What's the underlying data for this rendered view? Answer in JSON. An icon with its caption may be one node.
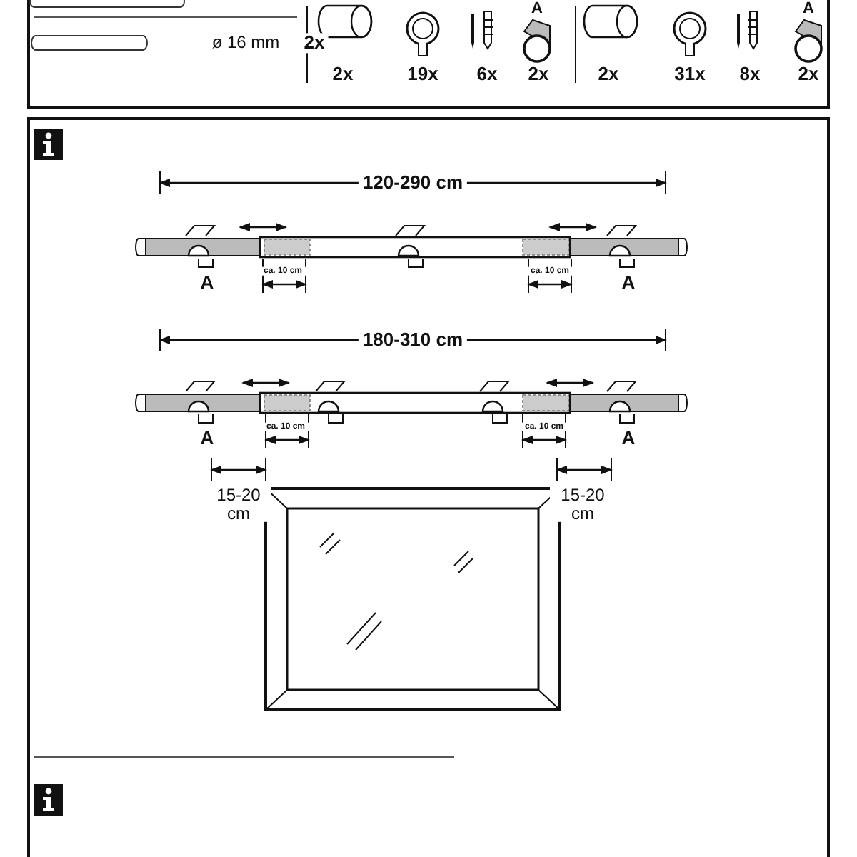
{
  "diagram": {
    "labels": [
      "ø 16 mm",
      "2x",
      "2x",
      "19x",
      "6x",
      "A",
      "2x",
      "2x",
      "31x",
      "8x",
      "A",
      "2x",
      "120-290 cm",
      "ca. 10 cm",
      "ca. 10 cm",
      "A",
      "A",
      "180-310 cm",
      "ca. 10 cm",
      "ca. 10 cm",
      "A",
      "A",
      "15-20 cm",
      "15-20 cm"
    ]
  }
}
